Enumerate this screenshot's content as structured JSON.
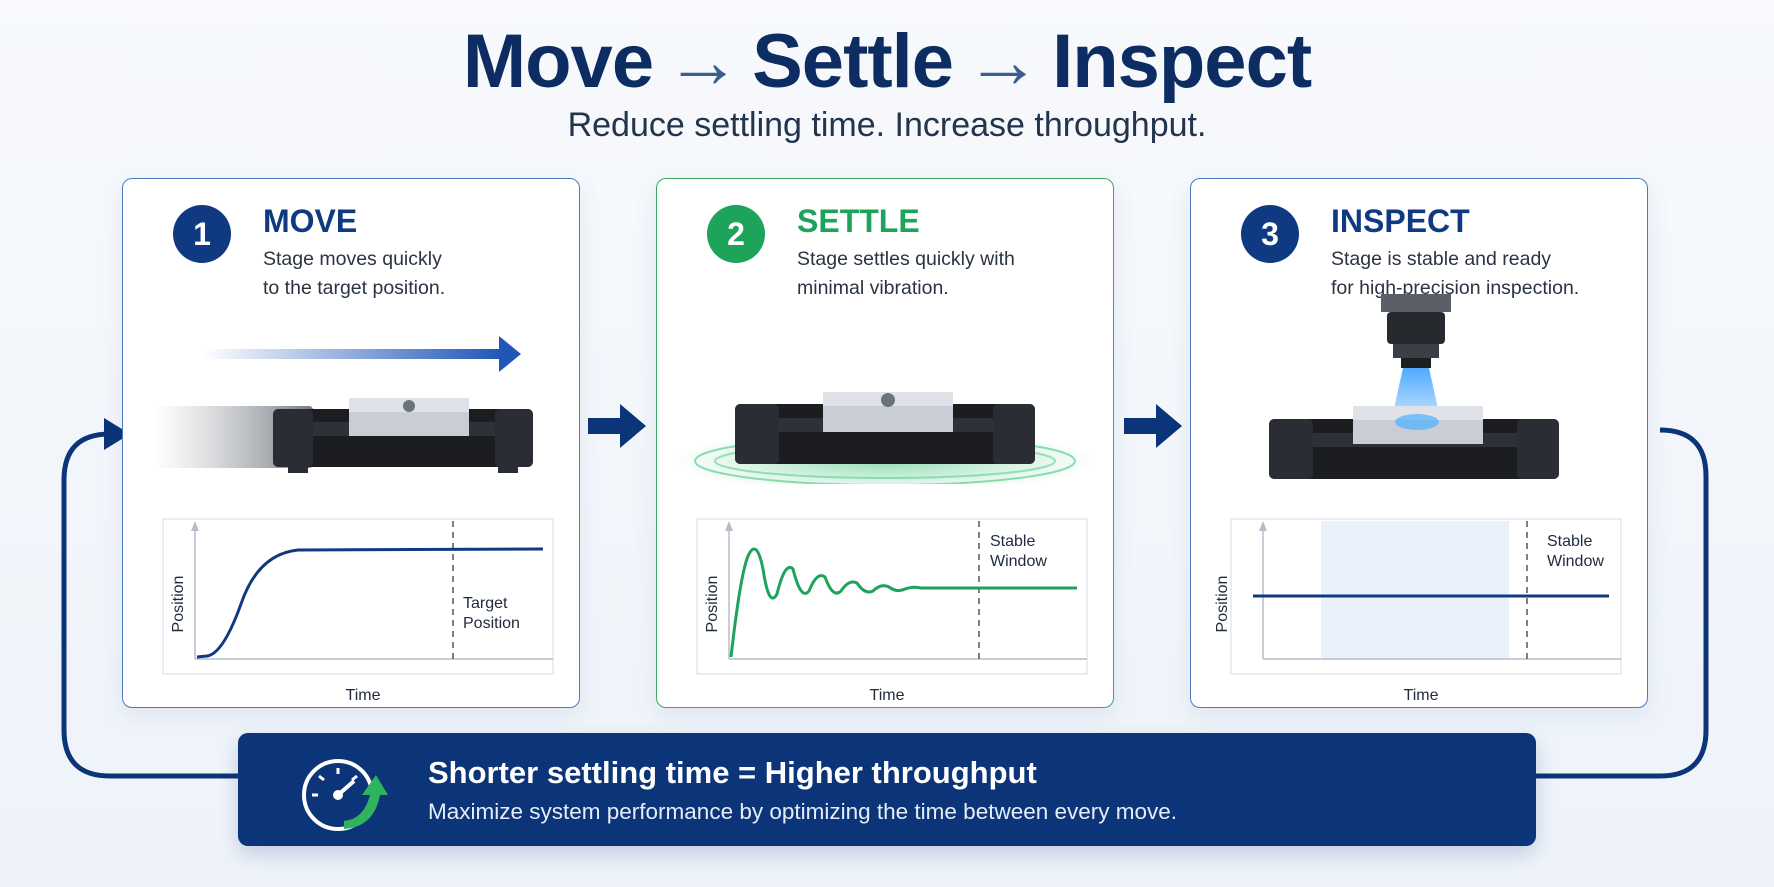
{
  "header": {
    "title_parts": [
      "Move",
      "Settle",
      "Inspect"
    ],
    "arrow_glyph": "→",
    "subtitle": "Reduce settling time. Increase throughput."
  },
  "steps": [
    {
      "number": "1",
      "title": "MOVE",
      "description": "Stage moves quickly\nto the target position.",
      "chart": {
        "ylabel": "Position",
        "xlabel": "Time",
        "annotation": "Target\nPosition",
        "curve": "step-response"
      },
      "accent": "#0f3a82"
    },
    {
      "number": "2",
      "title": "SETTLE",
      "description": "Stage settles quickly with\nminimal vibration.",
      "chart": {
        "ylabel": "Position",
        "xlabel": "Time",
        "annotation": "Stable\nWindow",
        "curve": "damped-oscillation"
      },
      "accent": "#1ea35a"
    },
    {
      "number": "3",
      "title": "INSPECT",
      "description": "Stage is stable and ready\nfor high-precision inspection.",
      "chart": {
        "ylabel": "Position",
        "xlabel": "Time",
        "annotation": "Stable\nWindow",
        "curve": "flat"
      },
      "accent": "#0f3a82"
    }
  ],
  "banner": {
    "title": "Shorter settling time = Higher throughput",
    "description": "Maximize system performance by optimizing the time between every move.",
    "icon": "speedometer-icon"
  },
  "colors": {
    "navy": "#0c3478",
    "blue_accent": "#0f3a82",
    "green_accent": "#1ea35a",
    "border_blue": "#4f79bf",
    "border_green": "#3aa864"
  }
}
